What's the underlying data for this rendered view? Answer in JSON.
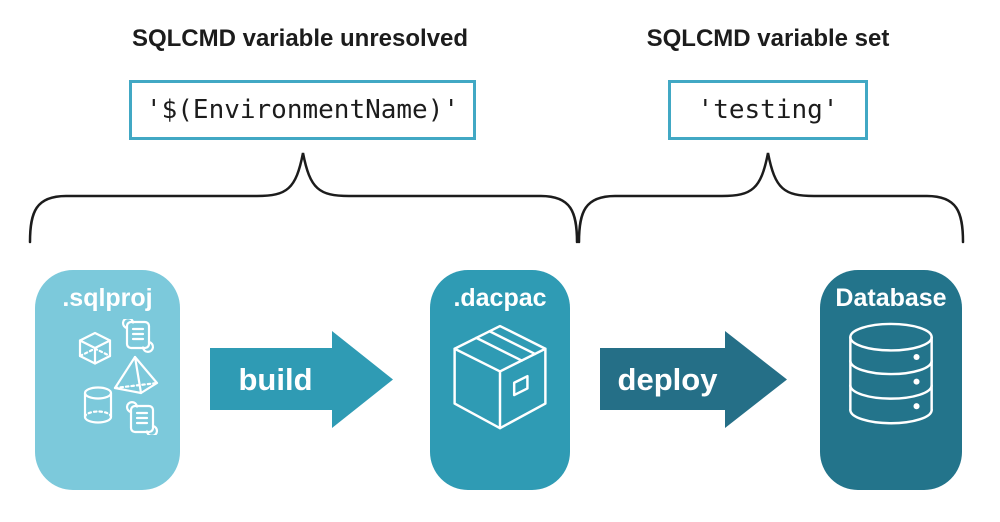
{
  "annotations": {
    "left": {
      "heading": "SQLCMD variable unresolved",
      "value": "'$(EnvironmentName)'"
    },
    "right": {
      "heading": "SQLCMD variable set",
      "value": "'testing'"
    }
  },
  "pipeline": {
    "stages": [
      {
        "label": ".sqlproj",
        "icon": "sql-project-objects-icon",
        "color": "#7cc9db"
      },
      {
        "label": ".dacpac",
        "icon": "package-box-icon",
        "color": "#2f9bb4"
      },
      {
        "label": "Database",
        "icon": "database-cylinder-icon",
        "color": "#23748b"
      }
    ],
    "arrows": [
      {
        "label": "build",
        "color": "#2f9bb4"
      },
      {
        "label": "deploy",
        "color": "#256f87"
      }
    ]
  },
  "colors": {
    "code_box_border": "#41a8c4",
    "brace_stroke": "#1c1c1c",
    "text": "#1c1c1c",
    "icon_stroke": "#ffffff",
    "background": "#ffffff"
  }
}
